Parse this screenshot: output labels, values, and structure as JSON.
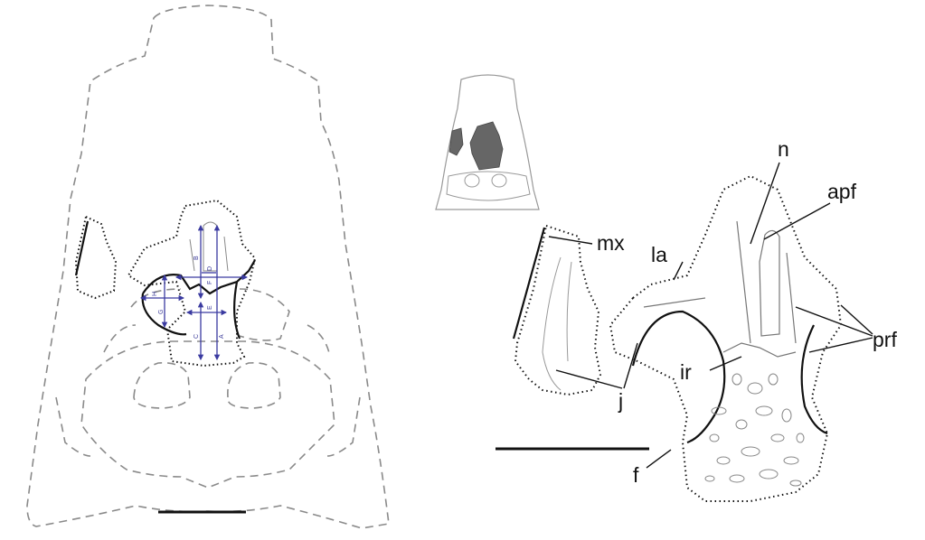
{
  "colors": {
    "measure": "#3a3aa0",
    "outline": "#111111",
    "dashed": "#8a8a8a",
    "inset_fill": "#666666"
  },
  "measurements": [
    "A",
    "B",
    "C",
    "D",
    "E",
    "F",
    "G",
    "H"
  ],
  "labels": {
    "mx": "mx",
    "la": "la",
    "n": "n",
    "apf": "apf",
    "prf": "prf",
    "ir": "ir",
    "j": "j",
    "f": "f"
  }
}
